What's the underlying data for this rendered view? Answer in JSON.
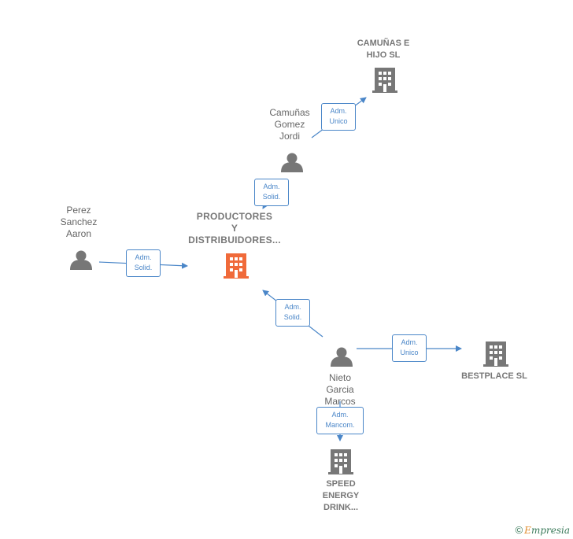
{
  "colors": {
    "edge": "#4a86c8",
    "person": "#777777",
    "company": "#777777",
    "focus_company": "#f06a3a"
  },
  "nodes": {
    "camunas_e_hijo": {
      "line1": "CAMUÑAS E",
      "line2": "HIJO  SL"
    },
    "camunas_gomez": {
      "line1": "Camuñas",
      "line2": "Gomez",
      "line3": "Jordi"
    },
    "perez_sanchez": {
      "line1": "Perez",
      "line2": "Sanchez",
      "line3": "Aaron"
    },
    "productores": {
      "line1": "PRODUCTORES",
      "line2": "Y",
      "line3": "DISTRIBUIDORES..."
    },
    "nieto_garcia": {
      "line1": "Nieto",
      "line2": "Garcia",
      "line3": "Marcos"
    },
    "bestplace": {
      "line1": "BESTPLACE SL"
    },
    "speed_energy": {
      "line1": "SPEED",
      "line2": "ENERGY",
      "line3": "DRINK..."
    }
  },
  "edges": {
    "camunas_to_hijo": {
      "line1": "Adm.",
      "line2": "Unico"
    },
    "camunas_to_productores": {
      "line1": "Adm.",
      "line2": "Solid."
    },
    "perez_to_productores": {
      "line1": "Adm.",
      "line2": "Solid."
    },
    "nieto_to_productores": {
      "line1": "Adm.",
      "line2": "Solid."
    },
    "nieto_to_bestplace": {
      "line1": "Adm.",
      "line2": "Unico"
    },
    "nieto_to_speed": {
      "line1": "Adm.",
      "line2": "Mancom."
    }
  },
  "footer": {
    "copyright": "©",
    "brand_initial": "E",
    "brand_rest": "mpresia"
  }
}
